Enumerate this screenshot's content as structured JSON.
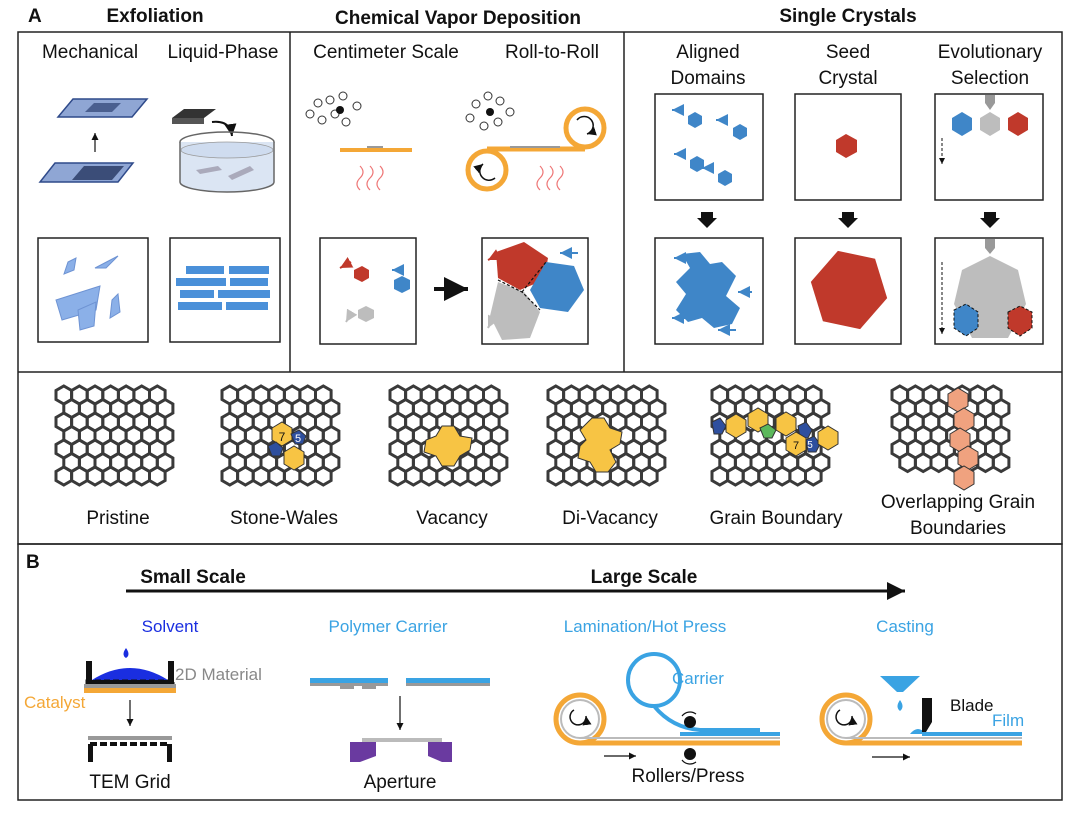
{
  "panel_a": {
    "letter": "A",
    "exfoliation": {
      "title": "Exfoliation",
      "mechanical": "Mechanical",
      "liquid_phase": "Liquid-Phase"
    },
    "cvd": {
      "title": "Chemical Vapor Deposition",
      "centimeter": "Centimeter Scale",
      "roll_to_roll": "Roll-to-Roll"
    },
    "single_crystals": {
      "title": "Single Crystals",
      "aligned_1": "Aligned",
      "aligned_2": "Domains",
      "seed_1": "Seed",
      "seed_2": "Crystal",
      "evo_1": "Evolutionary",
      "evo_2": "Selection"
    },
    "defects": {
      "pristine": "Pristine",
      "stone_wales": "Stone-Wales",
      "vacancy": "Vacancy",
      "di_vacancy": "Di-Vacancy",
      "grain_boundary": "Grain Boundary",
      "overlapping_1": "Overlapping Grain",
      "overlapping_2": "Boundaries",
      "sw_ring_7": "7",
      "sw_ring_5": "5",
      "gb_ring_7": "7",
      "gb_ring_5": "5"
    }
  },
  "panel_b": {
    "letter": "B",
    "small_scale": "Small Scale",
    "large_scale": "Large Scale",
    "solvent": "Solvent",
    "material_2d": "2D Material",
    "catalyst": "Catalyst",
    "tem_grid": "TEM Grid",
    "polymer_carrier": "Polymer Carrier",
    "aperture": "Aperture",
    "lamination": "Lamination/Hot Press",
    "carrier": "Carrier",
    "rollers": "Rollers/Press",
    "casting": "Casting",
    "blade": "Blade",
    "film": "Film"
  },
  "colors": {
    "blue_domain": "#3f86c8",
    "red_domain": "#c0392b",
    "gray_domain": "#bdbdbd",
    "orange": "#f4a736",
    "light_blue": "#3aa3e3",
    "solvent_blue": "#1a2ee0",
    "yellow_defect": "#f7c444",
    "navy_defect": "#2e4f9e",
    "green_defect": "#5cb85c",
    "salmon": "#f0a27f",
    "purple": "#6a3aa0"
  }
}
